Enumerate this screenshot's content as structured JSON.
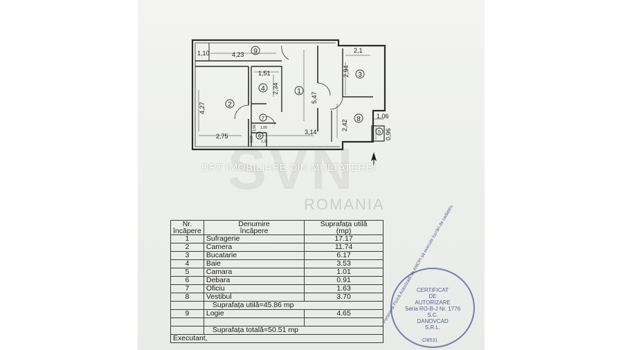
{
  "plan": {
    "dims": {
      "d1_10": "1,10",
      "d4_23": "4,23",
      "d2_1": "2,1",
      "d1_51": "1,51",
      "d2_34": "2,34",
      "d2_94": "2,94",
      "d5_47": "5,47",
      "d4_27": "4,27",
      "d1_06": "1,06",
      "d2_42": "2,42",
      "d3_14": "3,14",
      "d2_75": "2,75",
      "d0_96": "0,96",
      "d1_58": "1,58",
      "d1_31": "1,31",
      "d0_83": "0,83",
      "d1_00": "1,00"
    },
    "rooms": [
      "1",
      "2",
      "3",
      "4",
      "5",
      "6",
      "7",
      "8",
      "9"
    ]
  },
  "watermark": {
    "text": "DRT IMOBILIARE DIN MULTATEREI",
    "logo": "SVN",
    "country": "ROMANIA"
  },
  "table": {
    "headers": {
      "nr": [
        "Nr.",
        "încăpere"
      ],
      "name": [
        "Denumire",
        "încăpere"
      ],
      "area": [
        "Suprafața utilă",
        "(mp)"
      ]
    },
    "rows": [
      {
        "nr": "1",
        "name": "Sufragerie",
        "area": "17.17"
      },
      {
        "nr": "2",
        "name": "Camera",
        "area": "11.74"
      },
      {
        "nr": "3",
        "name": "Bucatarie",
        "area": "6.17"
      },
      {
        "nr": "4",
        "name": "Baie",
        "area": "3.53"
      },
      {
        "nr": "5",
        "name": "Camara",
        "area": "1.01"
      },
      {
        "nr": "6",
        "name": "Debara",
        "area": "0.91"
      },
      {
        "nr": "7",
        "name": "Oficiu",
        "area": "1.63"
      },
      {
        "nr": "8",
        "name": "Vestibul",
        "area": "3.70"
      }
    ],
    "useful_total": "Suprafața utilă=45.86 mp",
    "loggia": {
      "nr": "9",
      "name": "Logie",
      "area": "4.65"
    },
    "grand_total": "Suprafața totală=50.51 mp",
    "executant": "Executant,"
  },
  "stamp": {
    "line1": "CERTIFICAT",
    "line2": "DE",
    "line3": "AUTORIZARE",
    "line4": "Seria RO-B-J Nr. 1776",
    "line5": "S.C.",
    "line6": "DANOVCAD",
    "line7": "S.R.L.",
    "ring": "Persoană Fizică Autorizată de ANCPI să execute lucrări de cadastru",
    "signature": "Cl8531"
  }
}
